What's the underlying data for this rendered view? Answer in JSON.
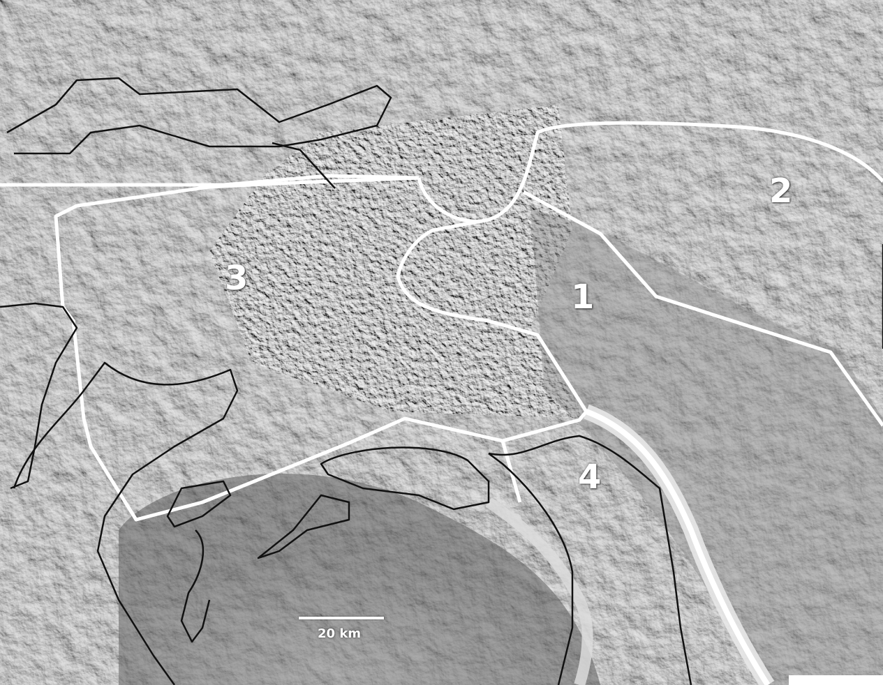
{
  "figure": {
    "region_labels": {
      "r1": "1",
      "r2": "2",
      "r3": "3",
      "r4": "4"
    },
    "scale_bar": {
      "label": "20 km"
    },
    "colors": {
      "boundary_white": "#ffffff",
      "outline_black": "#111111",
      "terrain_base": "#7d7d7d"
    }
  }
}
